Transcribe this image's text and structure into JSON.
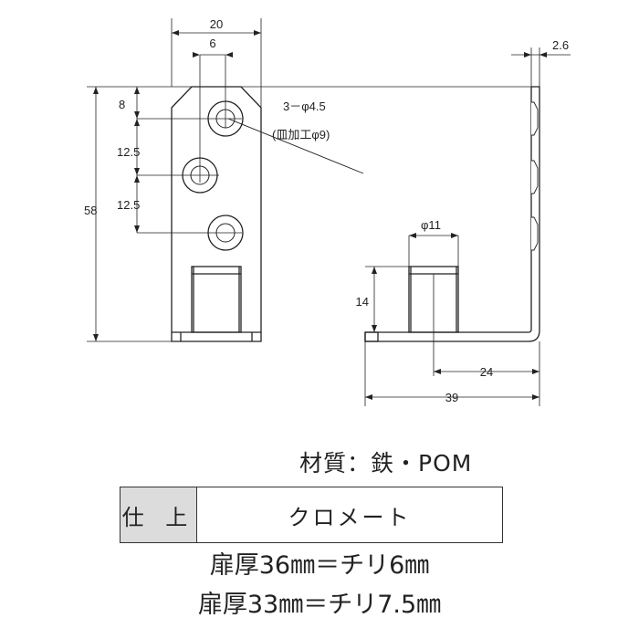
{
  "dimensions": {
    "width_top": "20",
    "hole_offset": "6",
    "thickness": "2.6",
    "top_margin": "8",
    "pitch_1": "12.5",
    "pitch_2": "12.5",
    "height_total": "58",
    "hole_spec_line1": "3－φ4.5",
    "hole_spec_line2": "(皿加工φ9)",
    "pin_diameter": "φ11",
    "pin_height": "14",
    "pin_offset": "24",
    "depth_total": "39"
  },
  "material": "材質：鉄・POM",
  "finish": {
    "header": "仕 上",
    "value": "クロメート"
  },
  "notes": [
    "扉厚36㎜＝チリ6㎜",
    "扉厚33㎜＝チリ7.5㎜"
  ]
}
